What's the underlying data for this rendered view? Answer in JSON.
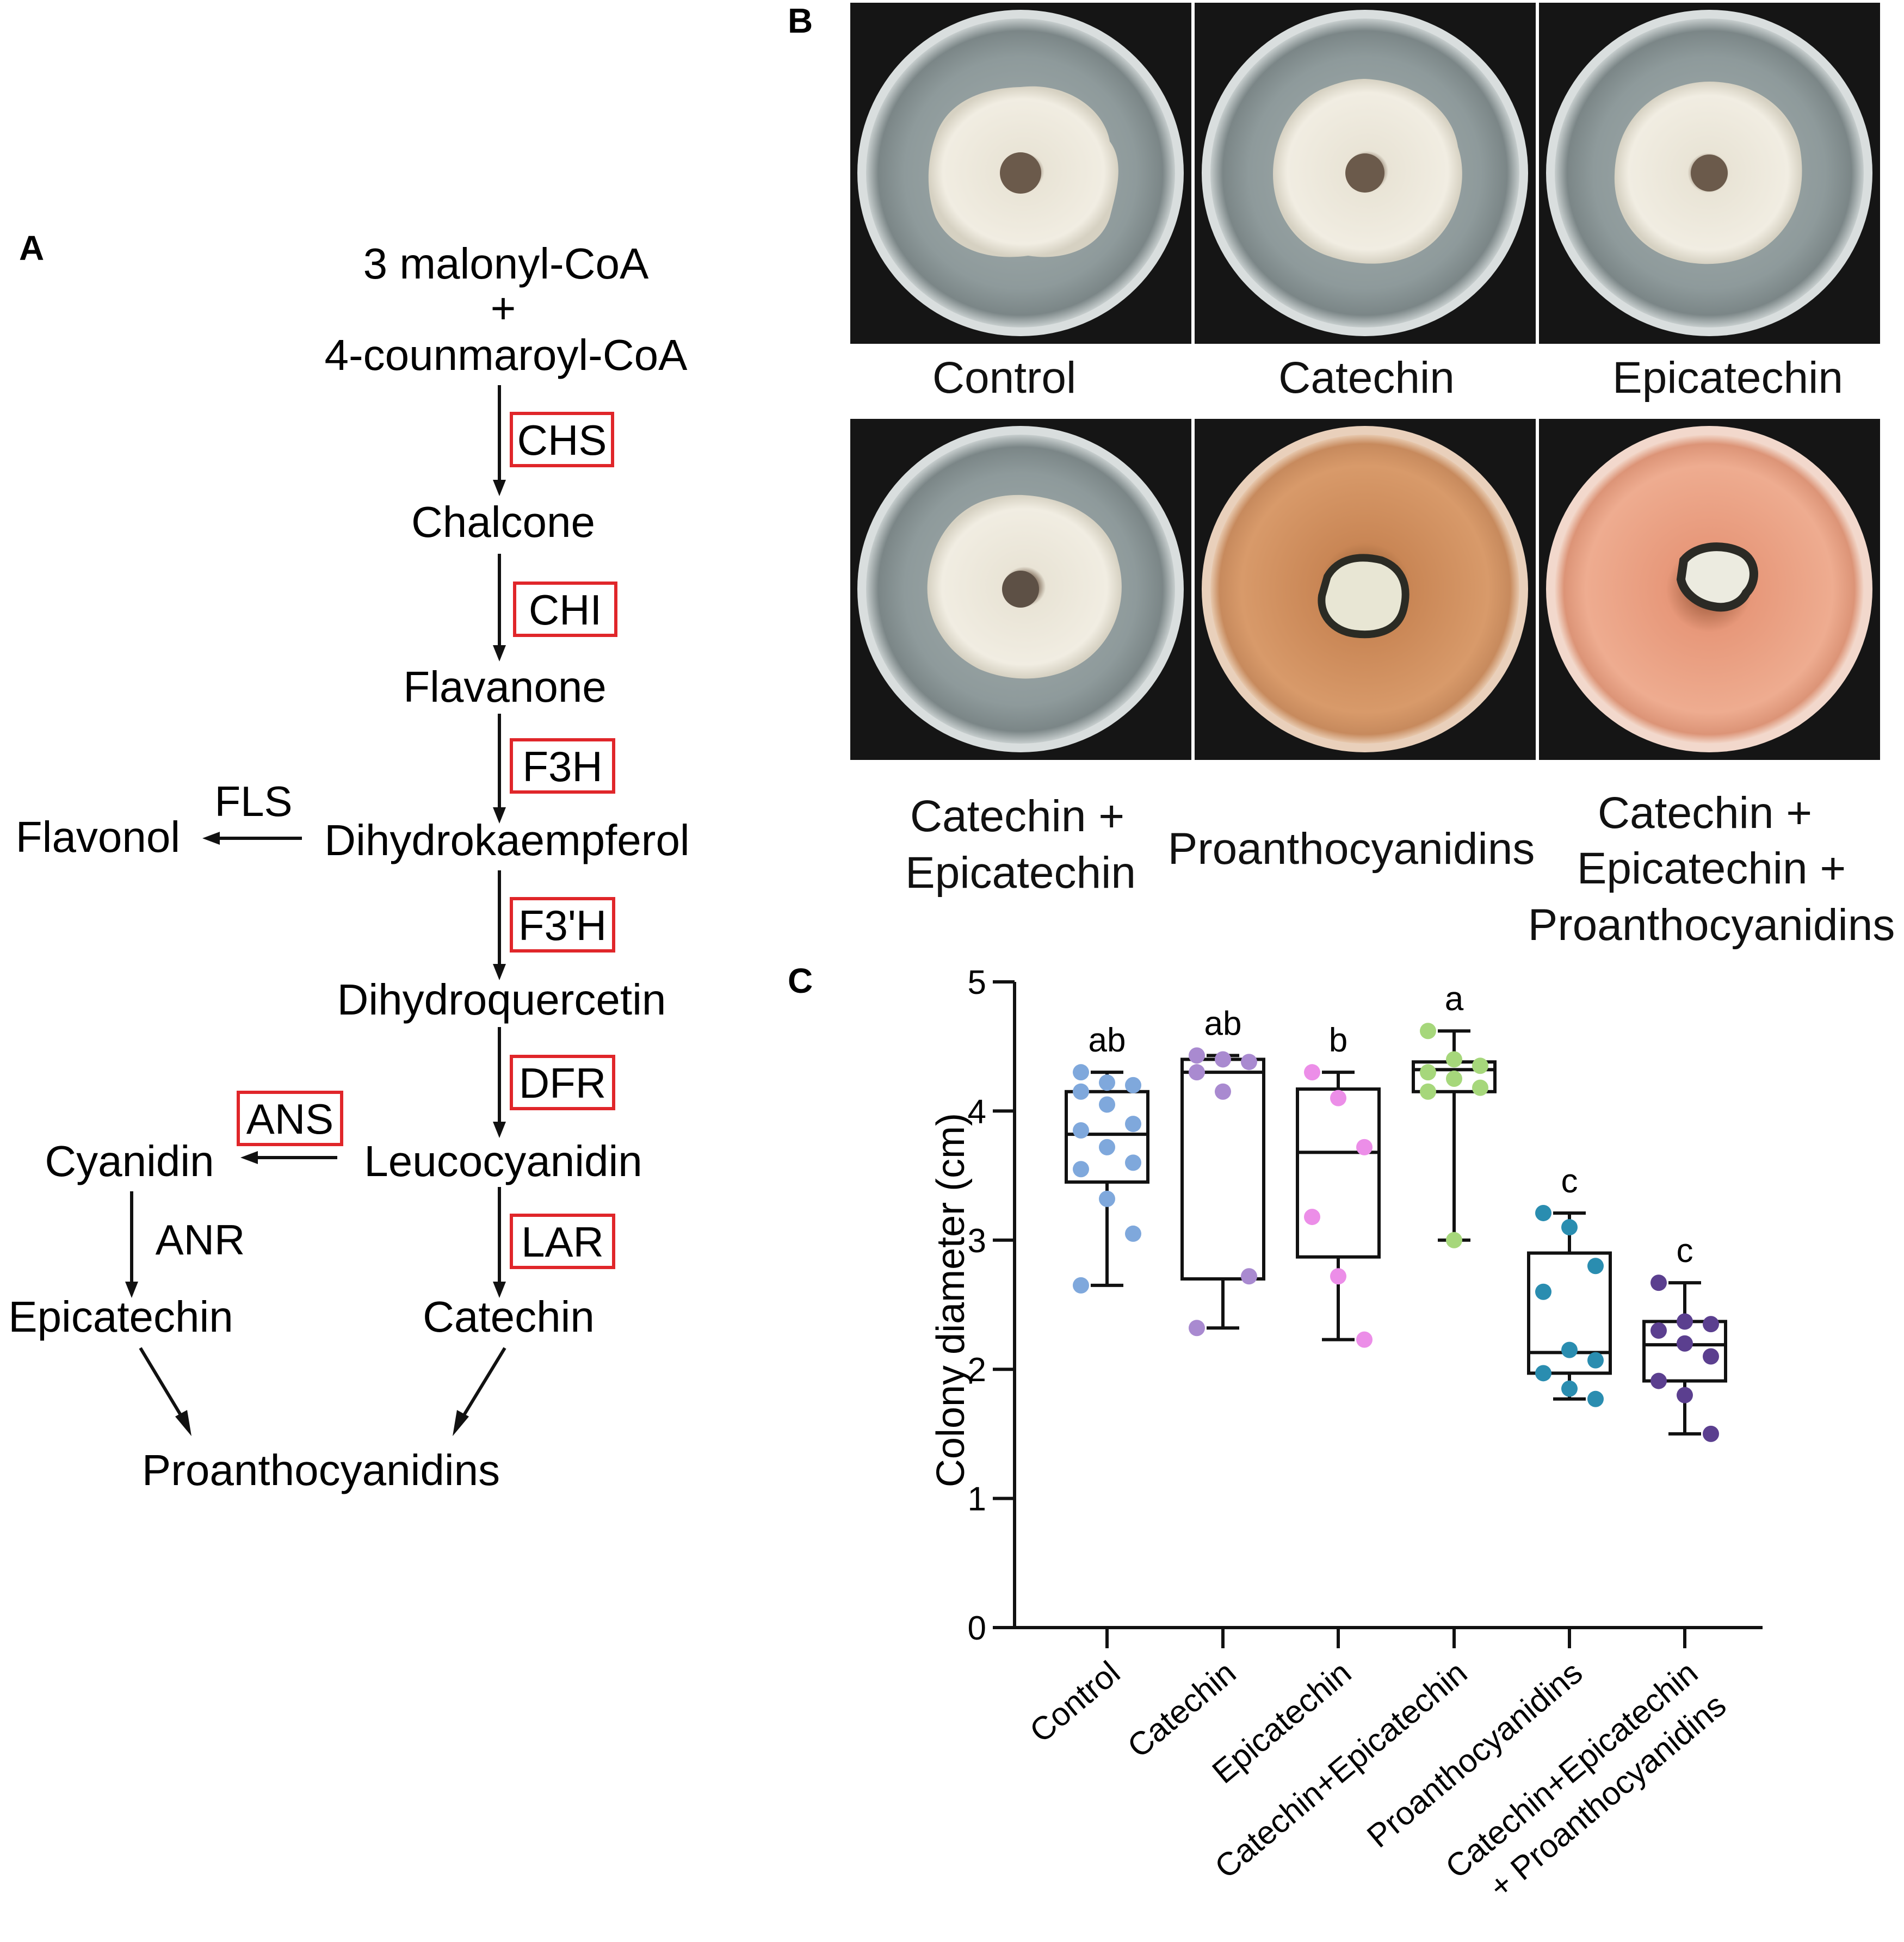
{
  "panel_a": {
    "letter": "A",
    "compounds": {
      "malonyl": "3 malonyl-CoA",
      "plus": "+",
      "coumaroyl": "4-counmaroyl-CoA",
      "chalcone": "Chalcone",
      "flavanone": "Flavanone",
      "dihydrokaempferol": "Dihydrokaempferol",
      "flavonol": "Flavonol",
      "dihydroquercetin": "Dihydroquercetin",
      "leucocyanidin": "Leucocyanidin",
      "cyanidin": "Cyanidin",
      "epicatechin": "Epicatechin",
      "catechin": "Catechin",
      "proanthocyanidins": "Proanthocyanidins"
    },
    "enzymes_boxed": {
      "chs": "CHS",
      "chi": "CHI",
      "f3h": "F3H",
      "f3ph": "F3'H",
      "dfr": "DFR",
      "ans": "ANS",
      "lar": "LAR"
    },
    "enzymes_plain": {
      "fls": "FLS",
      "anr": "ANR"
    },
    "highlight_color": "#e0262a"
  },
  "panel_b": {
    "letter": "B",
    "labels": {
      "control": "Control",
      "catechin": "Catechin",
      "epicatechin": "Epicatechin",
      "cat_epi_1": "Catechin +",
      "cat_epi_2": "Epicatechin",
      "pac": "Proanthocyanidins",
      "all_1": "Catechin +",
      "all_2": "Epicatechin +",
      "all_3": "Proanthocyanidins"
    }
  },
  "panel_c": {
    "letter": "C",
    "chart_data": {
      "type": "box",
      "ylabel": "Colony diameter (cm)",
      "ylim": [
        0,
        5
      ],
      "yticks": [
        "0",
        "1",
        "2",
        "3",
        "4",
        "5"
      ],
      "categories": [
        "Control",
        "Catechin",
        "Epicatechin",
        "Catechin+Epicatechin",
        "Proanthocyanidins",
        "Catechin+Epicatechin"
      ],
      "category_line2": [
        "",
        "",
        "",
        "",
        "",
        "+ Proanthocyanidins"
      ],
      "significance": [
        "ab",
        "ab",
        "b",
        "a",
        "c",
        "c"
      ],
      "colors": [
        "#7fa8dc",
        "#a98ad0",
        "#ec8ee8",
        "#a6d77b",
        "#2a8db0",
        "#5b3f8f"
      ],
      "boxes": [
        {
          "min": 2.65,
          "q1": 3.45,
          "median": 3.82,
          "q3": 4.15,
          "max": 4.3
        },
        {
          "min": 2.32,
          "q1": 2.7,
          "median": 4.3,
          "q3": 4.4,
          "max": 4.43
        },
        {
          "min": 2.23,
          "q1": 2.87,
          "median": 3.68,
          "q3": 4.17,
          "max": 4.3
        },
        {
          "min": 3.0,
          "q1": 4.15,
          "median": 4.32,
          "q3": 4.38,
          "max": 4.62
        },
        {
          "min": 1.77,
          "q1": 1.97,
          "median": 2.13,
          "q3": 2.9,
          "max": 3.21
        },
        {
          "min": 1.5,
          "q1": 1.91,
          "median": 2.19,
          "q3": 2.37,
          "max": 2.67
        }
      ],
      "points": [
        [
          4.3,
          4.22,
          4.2,
          4.15,
          4.05,
          3.9,
          3.85,
          3.72,
          3.6,
          3.55,
          3.32,
          3.05,
          2.65
        ],
        [
          4.43,
          4.4,
          4.38,
          4.3,
          4.15,
          2.72,
          2.32
        ],
        [
          4.3,
          4.1,
          3.72,
          3.18,
          2.72,
          2.23
        ],
        [
          4.62,
          4.4,
          4.35,
          4.3,
          4.25,
          4.18,
          4.15,
          3.0
        ],
        [
          3.21,
          3.1,
          2.8,
          2.6,
          2.15,
          2.07,
          1.97,
          1.85,
          1.77
        ],
        [
          2.67,
          2.37,
          2.35,
          2.3,
          2.2,
          2.1,
          1.91,
          1.8,
          1.5
        ]
      ]
    }
  }
}
